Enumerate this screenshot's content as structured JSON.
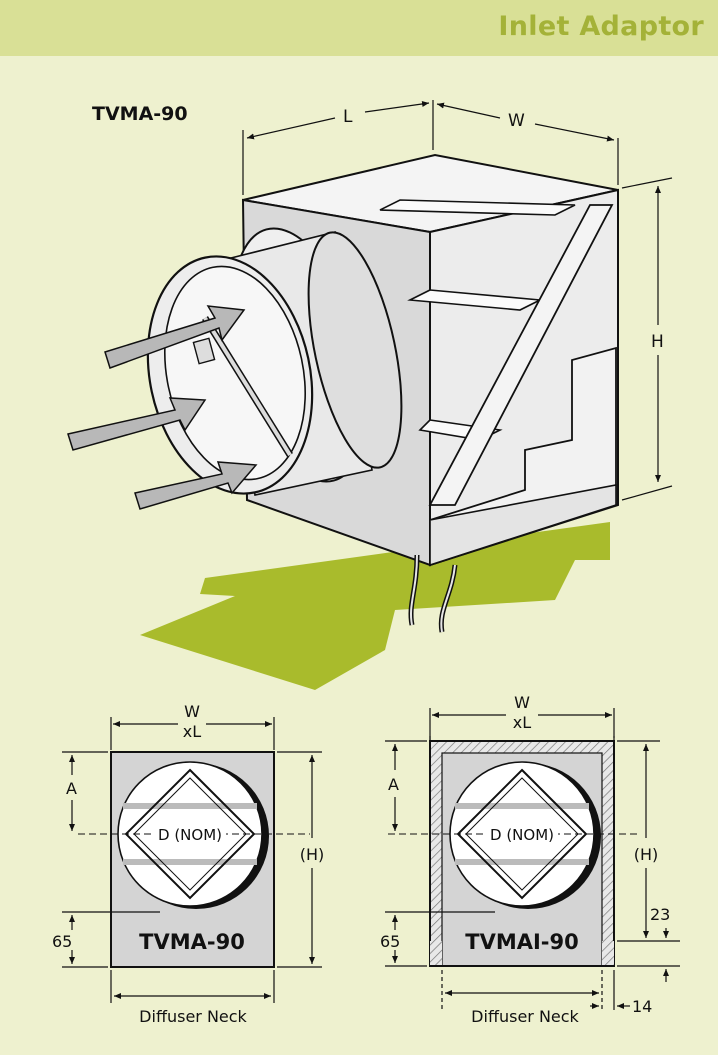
{
  "header": {
    "title": "Inlet Adaptor"
  },
  "iso": {
    "model": "TVMA-90",
    "dim_l": "L",
    "dim_w": "W",
    "dim_h": "H"
  },
  "left_view": {
    "dim_w": "W",
    "dim_xl": "xL",
    "dim_a": "A",
    "dim_h": "(H)",
    "dim_d": "D (NOM)",
    "dim_65": "65",
    "model": "TVMA-90",
    "neck": "Diffuser Neck"
  },
  "right_view": {
    "dim_w": "W",
    "dim_xl": "xL",
    "dim_a": "A",
    "dim_h": "(H)",
    "dim_d": "D (NOM)",
    "dim_65": "65",
    "dim_23": "23",
    "dim_14": "14",
    "model": "TVMAI-90",
    "neck": "Diffuser Neck"
  },
  "colors": {
    "accent_green": "#a4b238",
    "floor_green": "#a9bb2c",
    "band_green": "#d9e096",
    "panel_bg": "#eef1cf",
    "box_grey": "#d4d4d4"
  }
}
